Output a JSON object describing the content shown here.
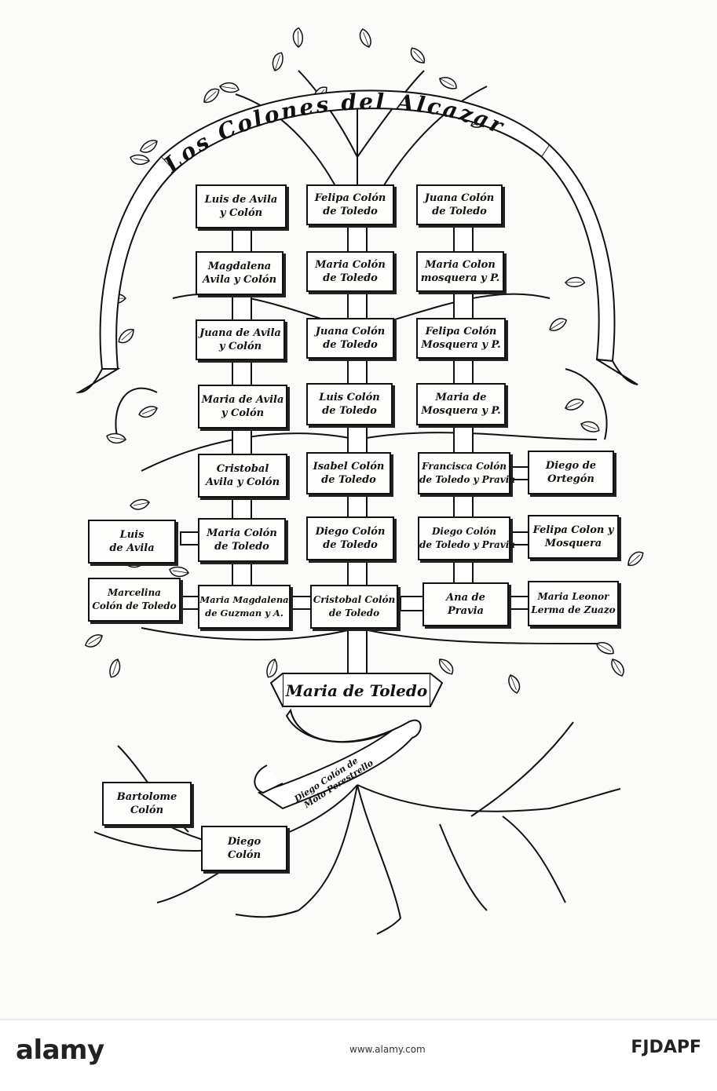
{
  "title": "Los Colones del Alcazar",
  "trunk_banner": "Maria de Toledo",
  "root_banner": [
    "Diego Colón de",
    "Moio Perestrello"
  ],
  "nodes": {
    "r1c1": [
      "Luis de Avila",
      "y Colón"
    ],
    "r1c2": [
      "Felipa Colón",
      "de Toledo"
    ],
    "r1c3": [
      "Juana Colón",
      "de Toledo"
    ],
    "r2c1": [
      "Magdalena",
      "Avila y Colón"
    ],
    "r2c2": [
      "Maria Colón",
      "de Toledo"
    ],
    "r2c3": [
      "Maria Colon",
      "mosquera y P."
    ],
    "r3c1": [
      "Juana de Avila",
      "y Colón"
    ],
    "r3c2": [
      "Juana Colón",
      "de Toledo"
    ],
    "r3c3": [
      "Felipa Colón",
      "Mosquera y P."
    ],
    "r4c1": [
      "Maria de Avila",
      "y Colón"
    ],
    "r4c2": [
      "Luis Colón",
      "de Toledo"
    ],
    "r4c3": [
      "Maria de",
      "Mosquera y P."
    ],
    "r5c1": [
      "Cristobal",
      "Avila y Colón"
    ],
    "r5c2": [
      "Isabel Colón",
      "de Toledo"
    ],
    "r5c3": [
      "Francisca Colón",
      "de Toledo y Pravia"
    ],
    "r5c4": [
      "Diego de",
      "Ortegón"
    ],
    "r6c0": [
      "Luis",
      "de Avila"
    ],
    "r6c1": [
      "Maria Colón",
      "de Toledo"
    ],
    "r6c2": [
      "Diego Colón",
      "de Toledo"
    ],
    "r6c3": [
      "Diego Colón",
      "de Toledo y Pravia"
    ],
    "r6c4": [
      "Felipa Colon y",
      "Mosquera"
    ],
    "r7c0": [
      "Marcelina",
      "Colón de Toledo"
    ],
    "r7c1": [
      "Maria Magdalena",
      "de Guzman y A."
    ],
    "r7c2": [
      "Cristobal Colón",
      "de Toledo"
    ],
    "r7c3": [
      "Ana de",
      "Pravia"
    ],
    "r7c4": [
      "Maria Leonor",
      "Lerma de Zuazo"
    ],
    "root1": [
      "Bartolome",
      "Colón"
    ],
    "root2": [
      "Diego",
      "Colón"
    ]
  },
  "watermark": {
    "logo": "alamy",
    "caption": "www.alamy.com",
    "image_id": "FJDAPF"
  },
  "colors": {
    "ink": "#111111",
    "paper": "#fbfbfa"
  }
}
